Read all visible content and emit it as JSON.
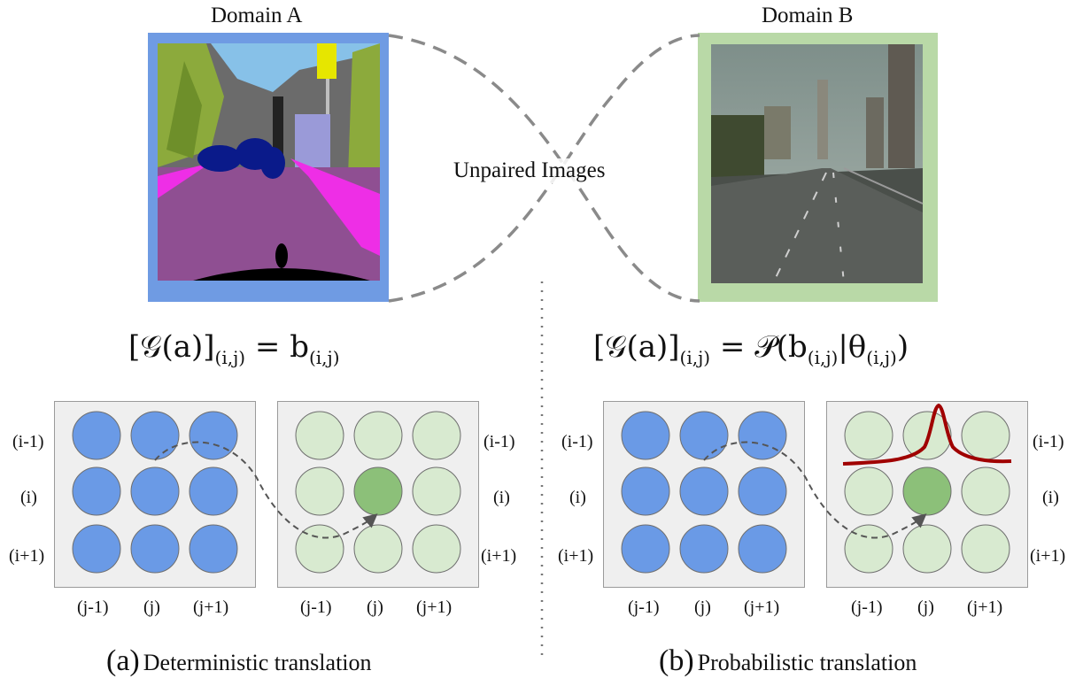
{
  "domain_a": {
    "label": "Domain A",
    "frame_color": "#6f9be3"
  },
  "domain_b": {
    "label": "Domain B",
    "frame_color": "#b9d9a7"
  },
  "center_label": "Unpaired Images",
  "formula_a": {
    "lhs": "[𝒢(a)]",
    "lhs_sub": "(i,j)",
    "eq": " = b",
    "rhs_sub": "(i,j)"
  },
  "formula_b": {
    "lhs": "[𝒢(a)]",
    "lhs_sub": "(i,j)",
    "eq": " = 𝒫(b",
    "b_sub": "(i,j)",
    "mid": "|θ",
    "theta_sub": "(i,j)",
    "close": ")"
  },
  "row_labels": [
    "(i-1)",
    "(i)",
    "(i+1)"
  ],
  "col_labels": [
    "(j-1)",
    "(j)",
    "(j+1)"
  ],
  "caption_a": {
    "tag": "(a)",
    "text": "Deterministic translation"
  },
  "caption_b": {
    "tag": "(b)",
    "text": "Probabilistic translation"
  },
  "colors": {
    "blue_circle": "#6a9ae6",
    "light_green_circle": "#d8ead0",
    "dark_green_circle": "#8cc079",
    "curve_red": "#a00000",
    "dashed_gray": "#8a8a8a"
  }
}
